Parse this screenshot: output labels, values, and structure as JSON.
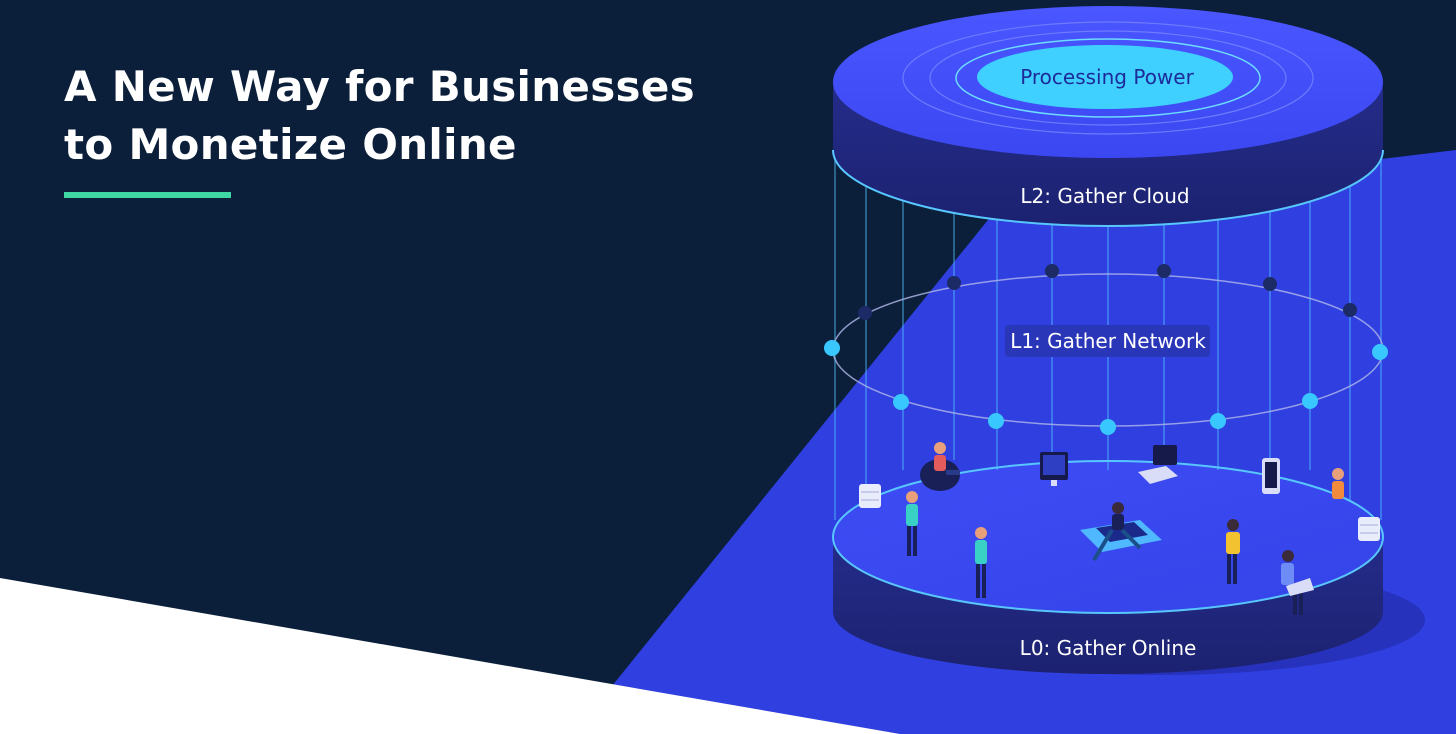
{
  "hero": {
    "title_line1": "A New Way for Businesses",
    "title_line2": "to Monetize Online"
  },
  "layers": {
    "top_badge": "Processing Power",
    "l2": "L2: Gather Cloud",
    "l1": "L1: Gather Network",
    "l0": "L0: Gather Online"
  },
  "colors": {
    "background": "#0b1f3a",
    "accent": "#3fd7a3",
    "beam": "#2f3fe0",
    "node": "#38c8ff",
    "white_band": "#ffffff"
  },
  "icons": [
    "person-icon",
    "monitor-icon",
    "laptop-icon",
    "tablet-icon",
    "server-icon"
  ]
}
